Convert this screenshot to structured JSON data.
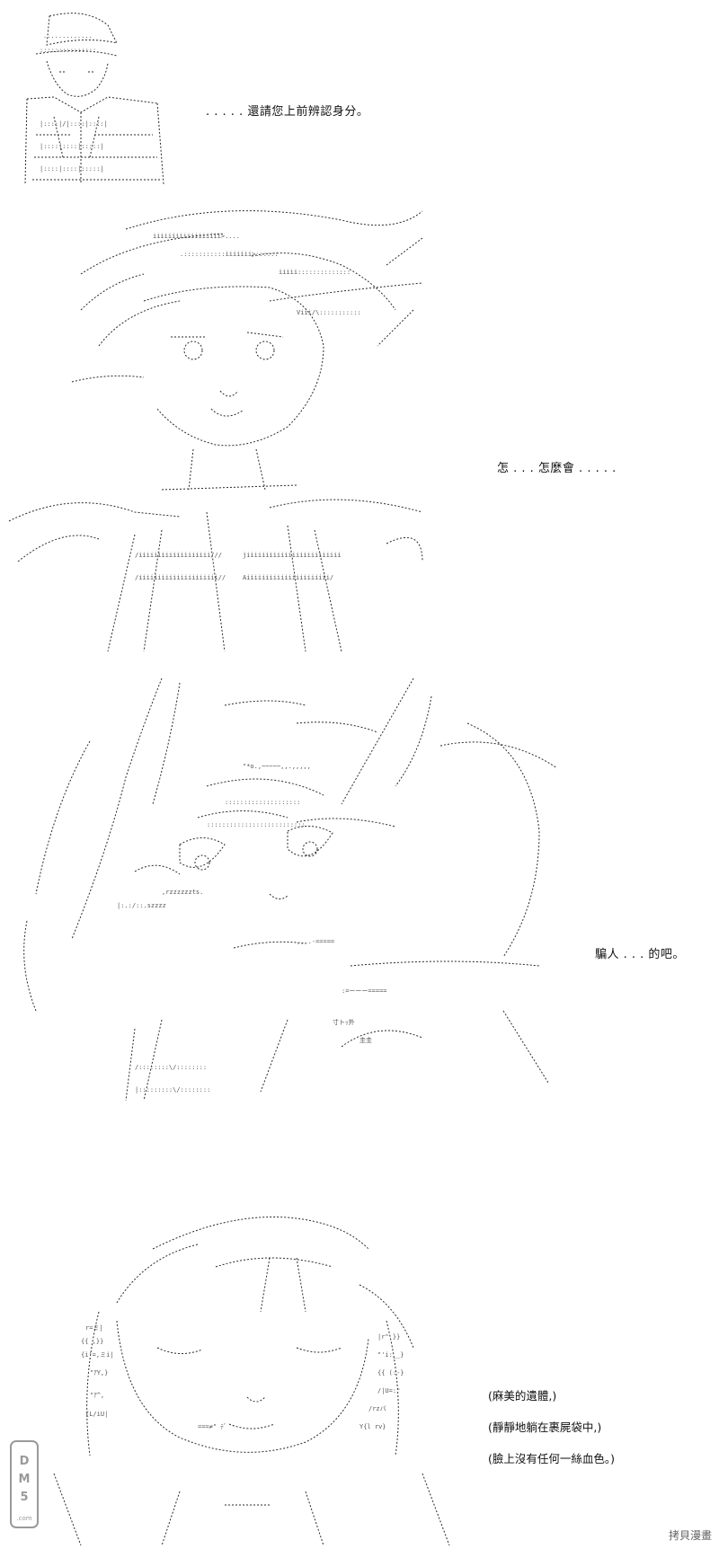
{
  "panels": [
    {
      "id": "panel-1",
      "dialog": ". . . . . 還請您上前辨認身分。"
    },
    {
      "id": "panel-2",
      "dialog": "怎 . . . 怎麼會 . . . . ."
    },
    {
      "id": "panel-3",
      "dialog": "騙人 . . . 的吧。"
    },
    {
      "id": "panel-4",
      "captions": [
        "(麻美的遺體,)",
        "(靜靜地躺在裹屍袋中,)",
        "(臉上沒有任何一絲血色。)"
      ]
    }
  ],
  "watermarks": {
    "left_logo": "DM5.com",
    "right_text": "拷貝漫畫"
  },
  "colors": {
    "background": "#ffffff",
    "line": "#2a2a2a",
    "dots": "#6a6a6a"
  }
}
